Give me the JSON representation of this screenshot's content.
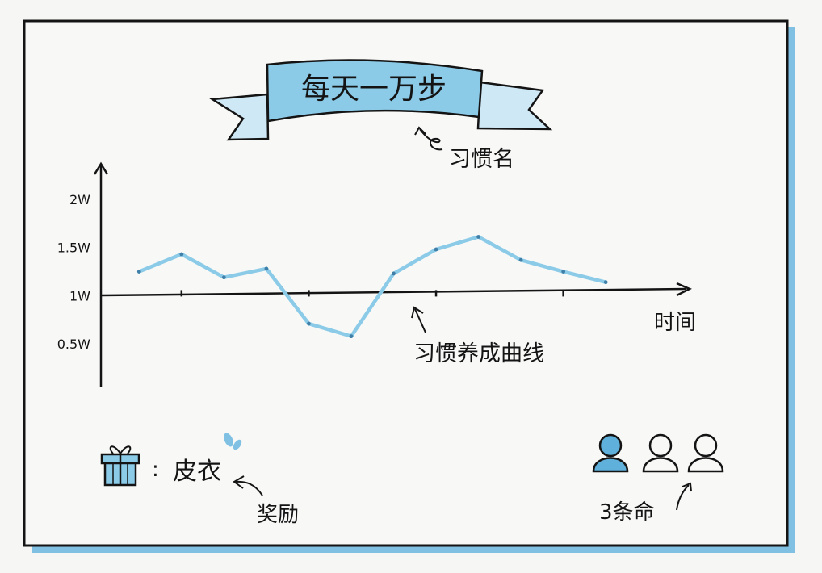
{
  "banner": {
    "title": "每天一万步"
  },
  "annotations": {
    "habit_name": "习惯名",
    "habit_curve": "习惯养成曲线",
    "reward_label": "奖励",
    "lives_label": "3条命"
  },
  "reward": {
    "separator": ":",
    "item": "皮衣",
    "icon": "gift-icon"
  },
  "lives": {
    "count": 3,
    "filled": 1,
    "icon": "person-icon"
  },
  "colors": {
    "accent": "#8ccbe8",
    "accent_dark": "#5fb0db",
    "ink": "#141414",
    "paper": "#f6f7f5"
  },
  "chart_data": {
    "type": "line",
    "xlabel": "时间",
    "ylabel": "",
    "y_ticks": [
      "2W",
      "1.5W",
      "1W",
      "0.5W"
    ],
    "y_tick_values": [
      2,
      1.5,
      1,
      0.5
    ],
    "ylim": [
      0.05,
      2.35
    ],
    "xlim": [
      -0.9,
      12.9
    ],
    "baseline": 1,
    "x_ticks": [
      1,
      4,
      7,
      10
    ],
    "grid": false,
    "series": [
      {
        "x": [
          0,
          1,
          2,
          3,
          4,
          5,
          6,
          7,
          8,
          9,
          10,
          11
        ],
        "values": [
          1.25,
          1.43,
          1.19,
          1.28,
          0.71,
          0.58,
          1.23,
          1.48,
          1.61,
          1.37,
          1.25,
          1.14
        ]
      }
    ]
  }
}
